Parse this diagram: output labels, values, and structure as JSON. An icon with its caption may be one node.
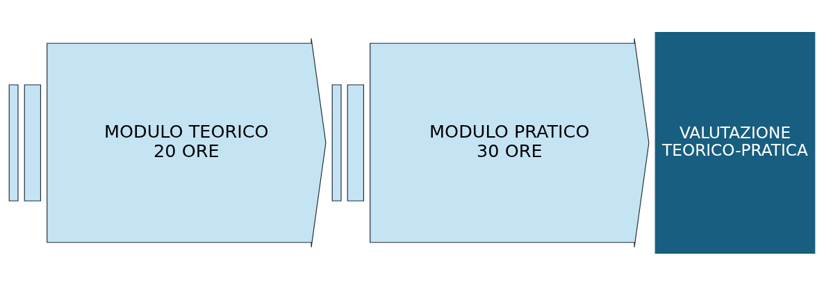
{
  "diagram": {
    "nodes": [
      {
        "text": [],
        "shape": "bar"
      },
      {
        "text": [],
        "shape": "bar"
      },
      {
        "text": [
          "MODULO TEORICO 20 ORE"
        ]
      },
      {
        "text": [],
        "shape": "bar"
      },
      {
        "text": [],
        "shape": "bar"
      },
      {
        "text": [
          "MODULO PRATICO 30 ORE"
        ]
      },
      {
        "text": [
          "VALUTAZIONE TEORICO-PRATICA"
        ]
      }
    ],
    "edges": []
  }
}
